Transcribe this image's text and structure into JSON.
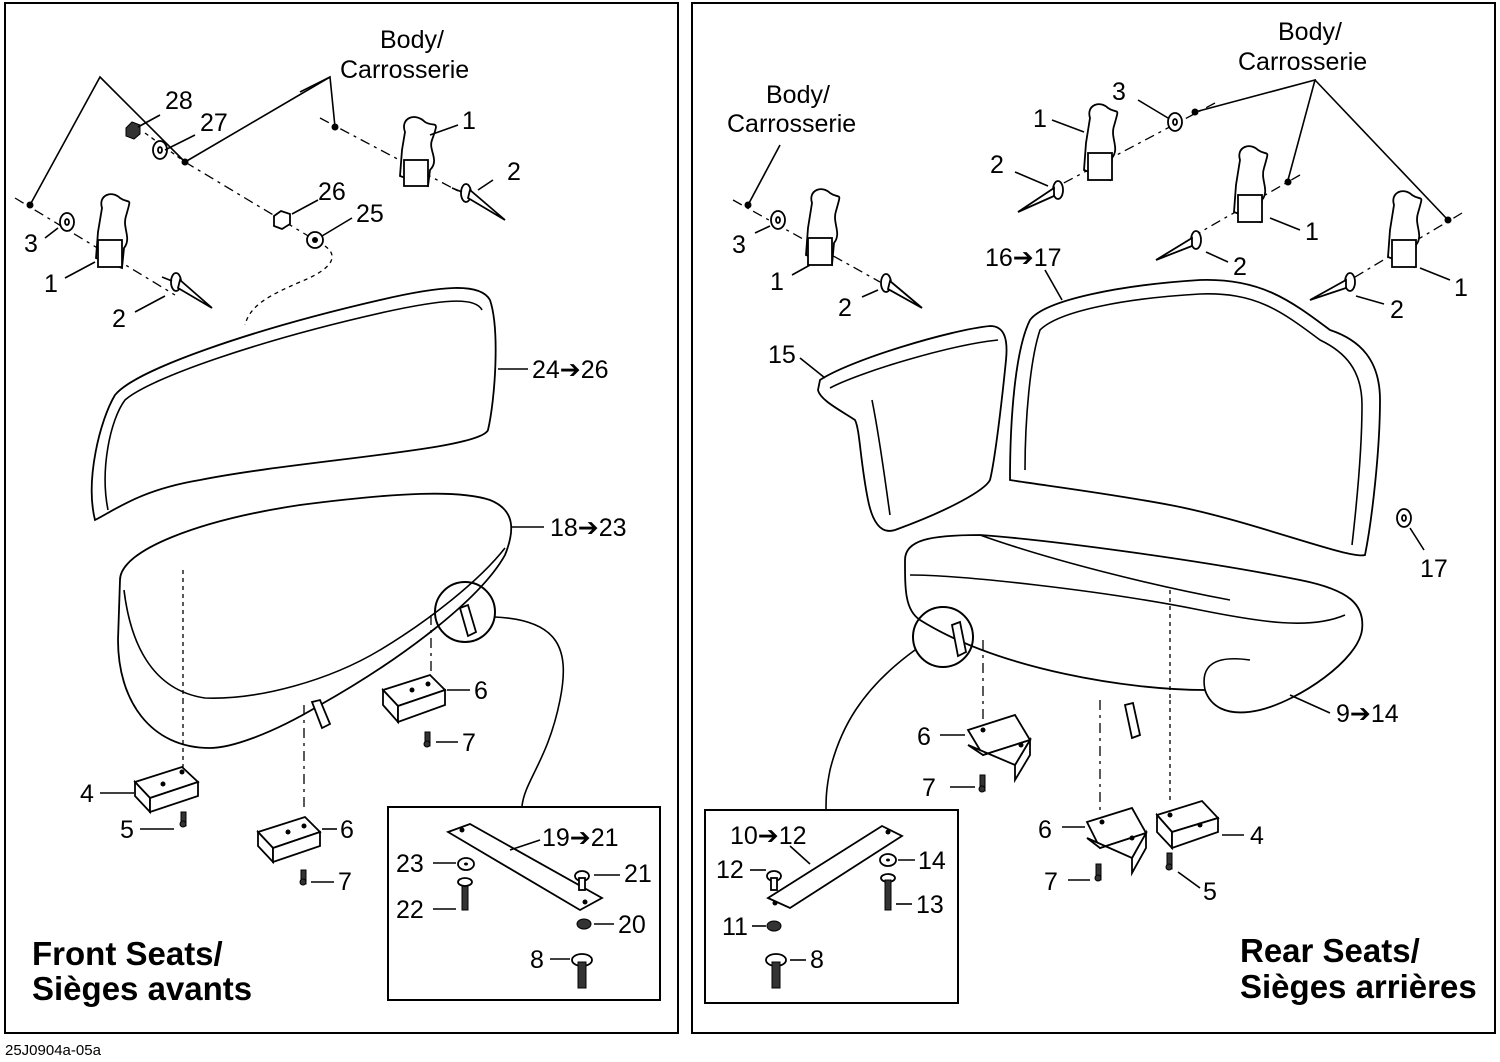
{
  "diagram": {
    "code": "25J0904a-05a",
    "front": {
      "title_line1": "Front Seats/",
      "title_line2": "Sièges avants",
      "body_label_line1": "Body/",
      "body_label_line2": "Carrosserie",
      "callouts": {
        "c28": "28",
        "c27": "27",
        "c1_top": "1",
        "c2_top": "2",
        "c26": "26",
        "c25": "25",
        "c3": "3",
        "c1_left": "1",
        "c2_left": "2",
        "c24_26": "24➔26",
        "c18_23": "18➔23",
        "c6_right": "6",
        "c7_right": "7",
        "c4": "4",
        "c5": "5",
        "c6_low": "6",
        "c7_low": "7",
        "c19_21": "19➔21",
        "c23": "23",
        "c21": "21",
        "c22": "22",
        "c20": "20",
        "c8": "8"
      }
    },
    "rear": {
      "title_line1": "Rear Seats/",
      "title_line2": "Sièges arrières",
      "body_label_a_line1": "Body/",
      "body_label_a_line2": "Carrosserie",
      "body_label_b_line1": "Body/",
      "body_label_b_line2": "Carrosserie",
      "callouts": {
        "c3_top": "3",
        "c1_top": "1",
        "c2_top": "2",
        "c1_mid": "1",
        "c2_mid": "2",
        "c1_right": "1",
        "c2_right": "2",
        "c3_left": "3",
        "c1_left": "1",
        "c2_left": "2",
        "c16_17": "16➔17",
        "c15": "15",
        "c17": "17",
        "c9_14": "9➔14",
        "c6_left": "6",
        "c7_left": "7",
        "c6_low": "6",
        "c7_low": "7",
        "c4": "4",
        "c5": "5",
        "c10_12": "10➔12",
        "c12": "12",
        "c14": "14",
        "c13": "13",
        "c11": "11",
        "c8": "8"
      }
    }
  }
}
